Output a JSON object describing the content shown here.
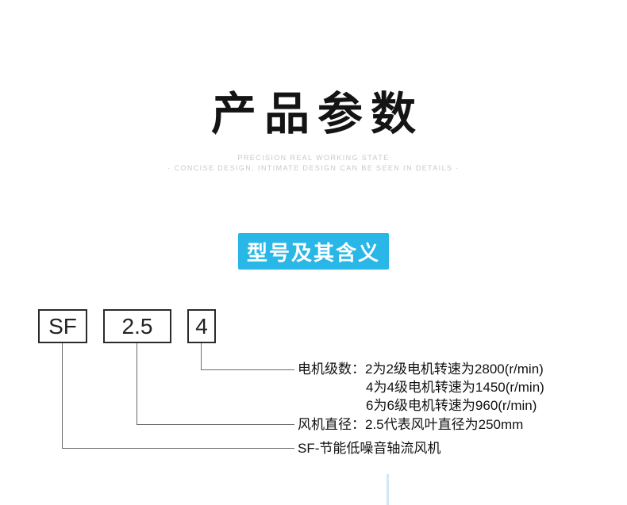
{
  "header": {
    "title": "产品参数",
    "subtitle_line1": "PRECISION REAL WORKING STATE",
    "subtitle_line2": "· CONCISE DESIGN, INTIMATE DESIGN CAN BE SEEN IN DETAILS ·"
  },
  "section": {
    "badge_label": "型号及其含义"
  },
  "model_code": {
    "parts": [
      "SF",
      "2.5",
      "4"
    ]
  },
  "legend": {
    "motor_poles_line1": "电机级数：2为2级电机转速为2800(r/min)",
    "motor_poles_line2": "4为4级电机转速为1450(r/min)",
    "motor_poles_line3": "6为6级电机转速为960(r/min)",
    "fan_diameter": "风机直径：2.5代表风叶直径为250mm",
    "sf_meaning": "SF-节能低噪音轴流风机"
  },
  "colors": {
    "badge_bg": "#29b7e8",
    "connector_line": "#6b6b6b",
    "title_text": "#141414",
    "subtitle_text": "#c9c9c9"
  }
}
